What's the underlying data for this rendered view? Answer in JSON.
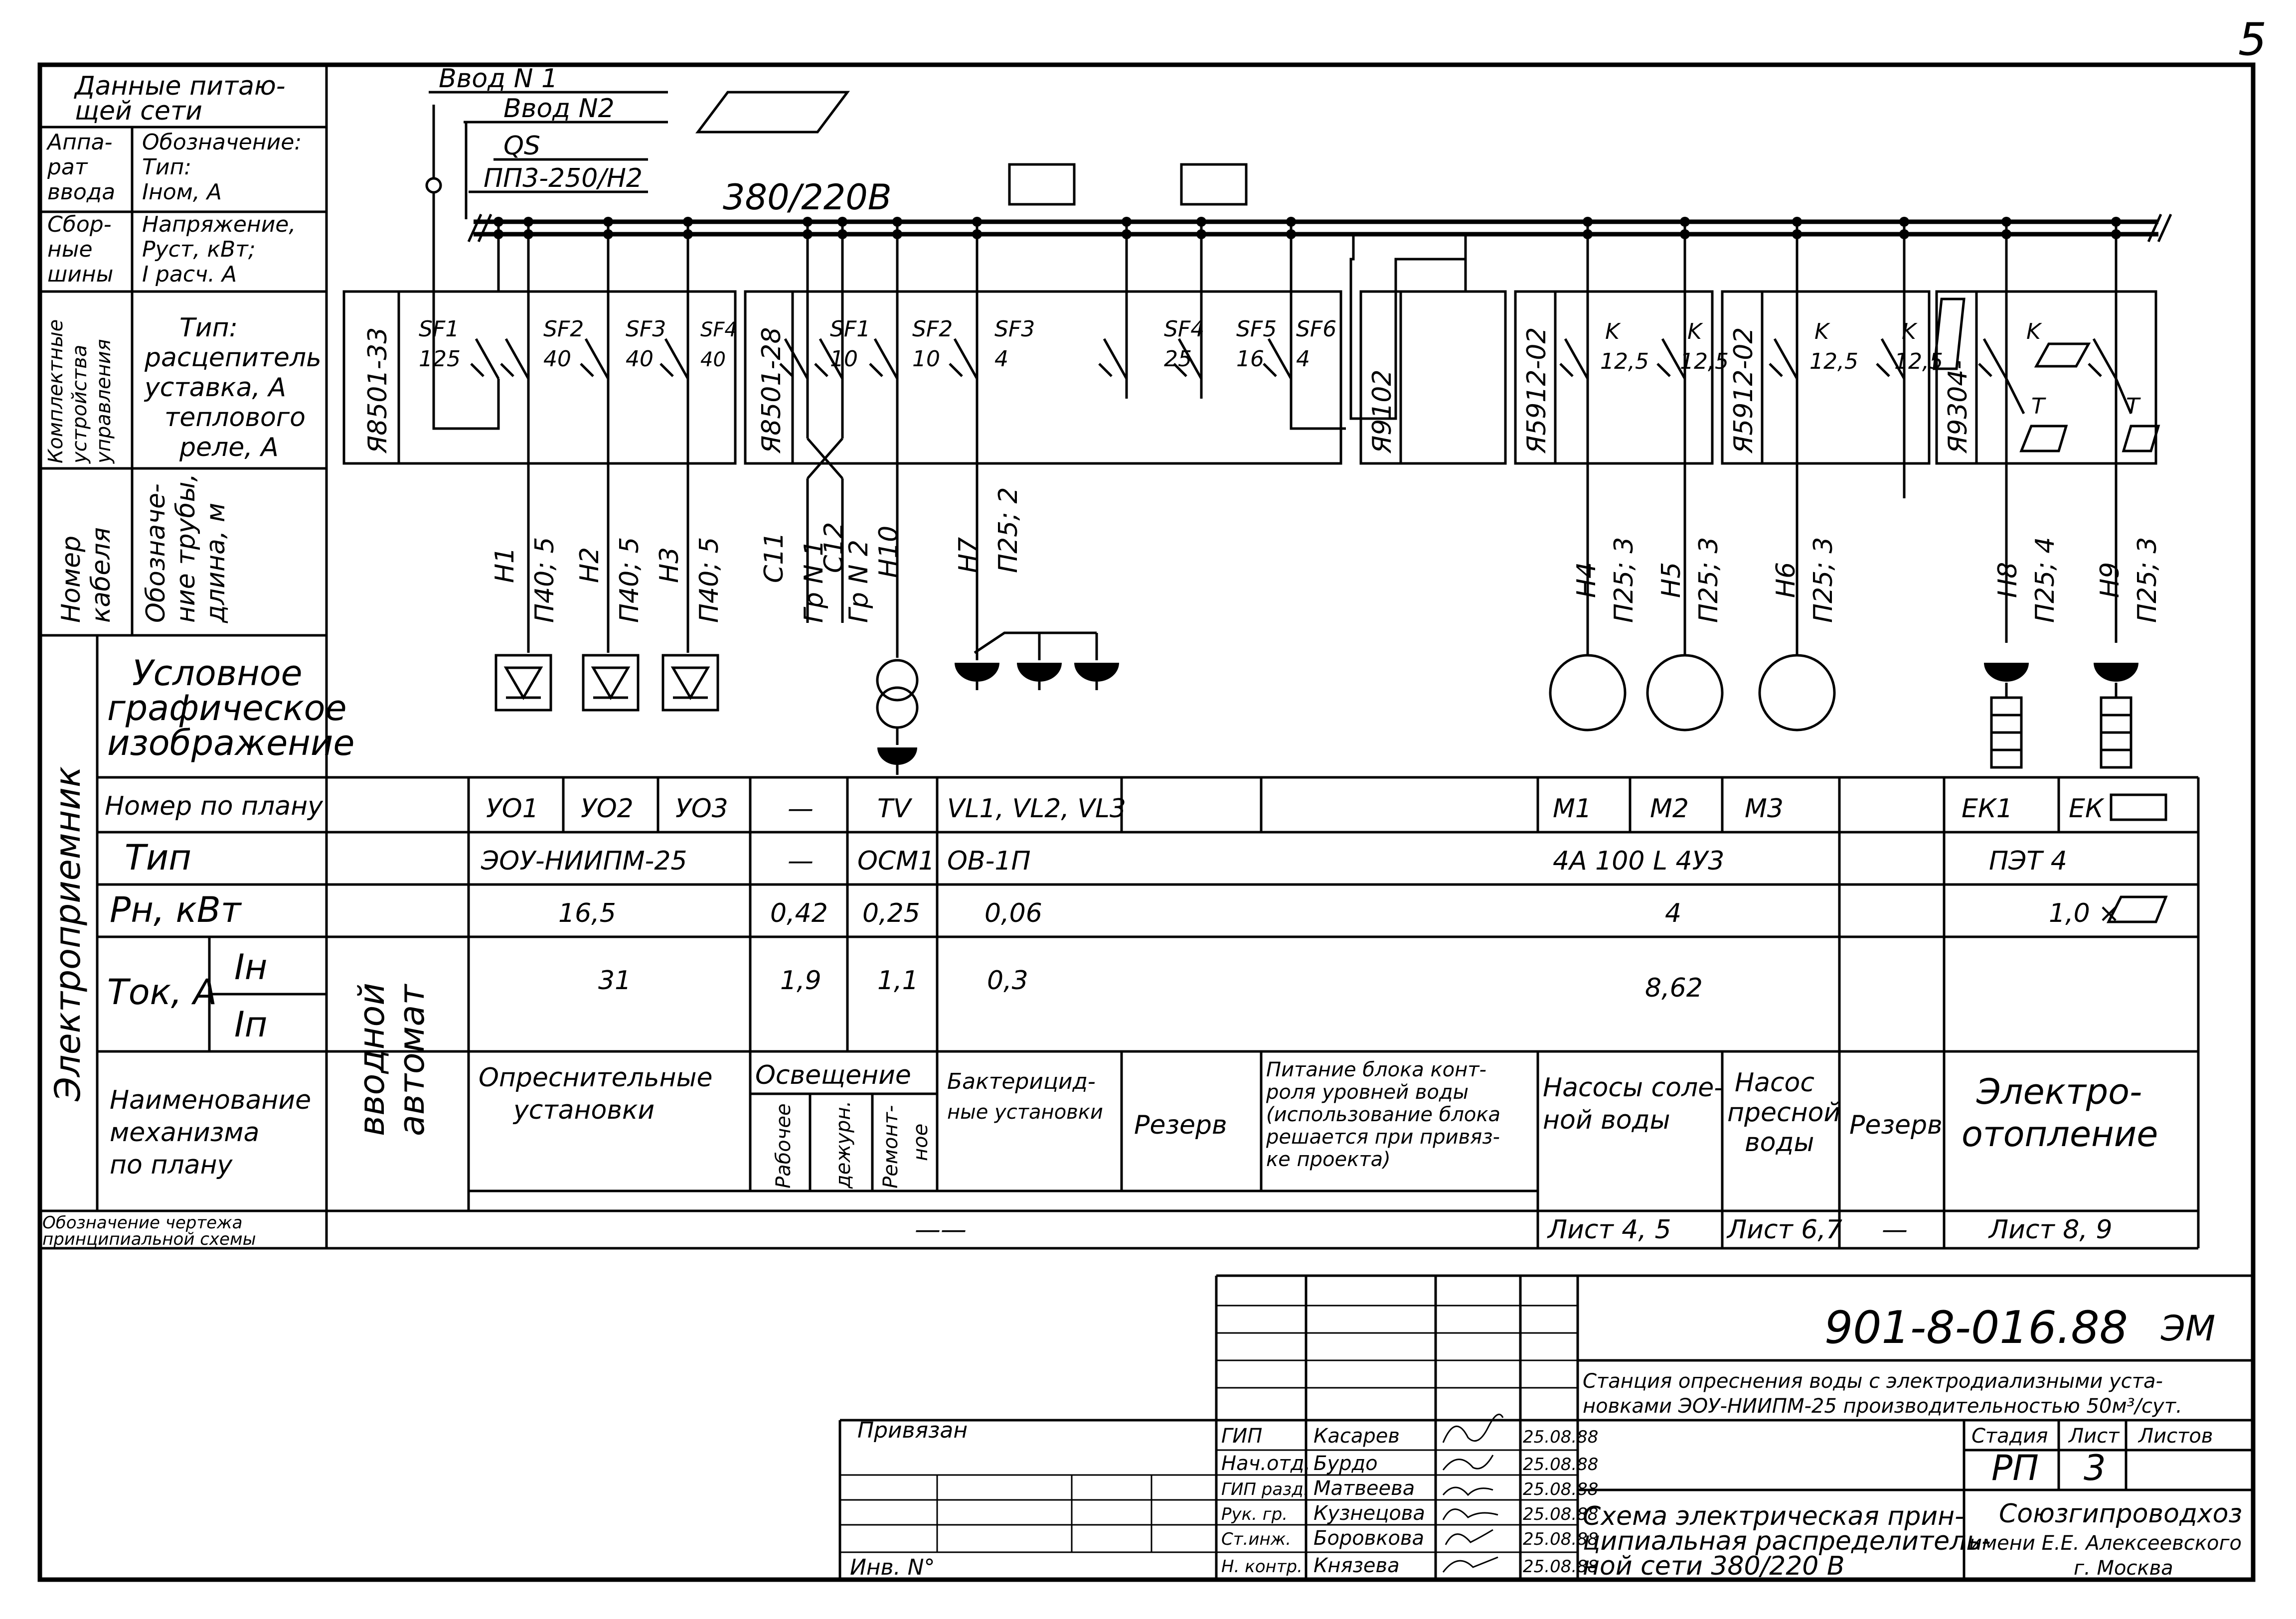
{
  "sheet_number": "5",
  "left_headers": {
    "supply": [
      "Данные питаю-",
      "щей сети"
    ],
    "apparatus_label": [
      "Аппа-",
      "рат",
      "ввода"
    ],
    "apparatus_value": [
      "Обозначение:",
      "Тип:",
      "Iном, А"
    ],
    "bus_label": [
      "Сбор-",
      "ные",
      "шины"
    ],
    "bus_value": [
      "Напряжение,",
      "Руст, кВт;",
      "I расч. А"
    ],
    "kit_label": [
      "Комплектные",
      "устройства",
      "управления"
    ],
    "kit_value": [
      "Тип:",
      "расцепитель",
      "уставка, А",
      "теплового",
      "реле, А"
    ],
    "cable_label": [
      "Номер",
      "кабеля"
    ],
    "cable_value": [
      "Обозначе-",
      "ние трубы,",
      "длина, м"
    ],
    "receiver_label": "Электроприемник",
    "graphic": [
      "Условное",
      "графическое",
      "изображение"
    ],
    "plan_number": "Номер по плану",
    "type": "Тип",
    "power": "Рн, кВт",
    "current": "Ток, А",
    "i_nom": "Iн",
    "i_start": "Iп",
    "mechanism": [
      "Наименование",
      "механизма",
      "по плану"
    ],
    "drawing_ref": [
      "Обозначение чертежа",
      "принципиальной схемы"
    ],
    "input_breaker": [
      "вводной",
      "автомат"
    ]
  },
  "inputs": {
    "input1": "Ввод N 1",
    "input2": "Ввод N2",
    "qs": "QS",
    "qs_type": "ПП3-250/Н2",
    "voltage": "380/220В"
  },
  "panels": [
    {
      "id": "Я8501-33",
      "breakers": [
        {
          "name": "SF1",
          "set": "125"
        },
        {
          "name": "SF2",
          "set": "40"
        },
        {
          "name": "SF3",
          "set": "40"
        },
        {
          "name": "SF4",
          "set": "40"
        }
      ]
    },
    {
      "id": "Я8501-28",
      "breakers": [
        {
          "name": "SF1",
          "set": "10"
        },
        {
          "name": "SF2",
          "set": "10"
        },
        {
          "name": "SF3",
          "set": "4"
        },
        {
          "name": "SF4",
          "set": "25"
        },
        {
          "name": "SF5",
          "set": "16"
        },
        {
          "name": "SF6",
          "set": "4"
        }
      ]
    },
    {
      "id": "Я9102"
    },
    {
      "id": "Я5912-02",
      "breakers": [
        {
          "name": "K",
          "set": "12,5"
        },
        {
          "name": "K",
          "set": "12,5"
        }
      ]
    },
    {
      "id": "Я5912-02",
      "breakers": [
        {
          "name": "K",
          "set": "12,5"
        },
        {
          "name": "K",
          "set": "12,5"
        }
      ]
    },
    {
      "id": "Я9304-",
      "breakers": [
        {
          "name": "K"
        },
        {
          "name": "T"
        },
        {
          "name": "T"
        }
      ]
    }
  ],
  "cables": [
    {
      "id": "Н1",
      "pipe": "П40; 5"
    },
    {
      "id": "Н2",
      "pipe": "П40; 5"
    },
    {
      "id": "Н3",
      "pipe": "П40; 5"
    },
    {
      "id": "С11",
      "pipe": "Гр N 1"
    },
    {
      "id": "С12",
      "pipe": "Гр N 2"
    },
    {
      "id": "Н10",
      "pipe": ""
    },
    {
      "id": "Н7",
      "pipe": "П25; 2"
    },
    {
      "id": "Н4",
      "pipe": "П25; 3"
    },
    {
      "id": "Н5",
      "pipe": "П25; 3"
    },
    {
      "id": "Н6",
      "pipe": "П25; 3"
    },
    {
      "id": "Н8",
      "pipe": "П25; 4"
    },
    {
      "id": "Н9",
      "pipe": "П25; 3"
    }
  ],
  "table": {
    "plan_numbers": [
      "УО1",
      "УО2",
      "УО3",
      "—",
      "TV",
      "VL1, VL2, VL3",
      "M1",
      "M2",
      "M3",
      "ЕК1",
      "ЕК"
    ],
    "types": [
      "ЭОУ-НИИПМ-25",
      "—",
      "ОСМ1",
      "ОВ-1П",
      "4А 100 L 4У3",
      "ПЭТ 4"
    ],
    "powers": [
      "16,5",
      "0,42",
      "0,25",
      "0,06",
      "4",
      "1,0 ×"
    ],
    "currents": [
      "31",
      "1,9",
      "1,1",
      "0,3",
      "8,62"
    ],
    "mechanisms": {
      "desal": [
        "Опреснительные",
        "установки"
      ],
      "lighting": "Освещение",
      "light_sub": [
        "Рабочее",
        "дежурн.",
        "Ремонт-",
        "ное"
      ],
      "bact": [
        "Бактерицид-",
        "ные установки"
      ],
      "reserve1": "Резерв",
      "control": [
        "Питание блока конт-",
        "роля уровней воды",
        "(использование блока",
        "решается при привяз-",
        "ке проекта)"
      ],
      "salt": [
        "Насосы соле-",
        "ной воды"
      ],
      "fresh": [
        "Насос",
        "пресной",
        "воды"
      ],
      "reserve2": "Резерв",
      "heat": [
        "Электро-",
        "отопление"
      ]
    },
    "refs": [
      "——",
      "Лист 4, 5",
      "Лист 6,7",
      "—",
      "Лист 8, 9"
    ]
  },
  "title_block": {
    "code": "901-8-016.88",
    "mark": "ЭМ",
    "project": [
      "Станция опреснения воды с электродиализными уста-",
      "новками ЭОУ-НИИПМ-25 производительностью 50м³/сут."
    ],
    "stage_h": "Стадия",
    "sheet_h": "Лист",
    "sheets_h": "Листов",
    "stage": "РП",
    "sheet": "3",
    "privyazan": "Привязан",
    "inv": "Инв. N°",
    "roles": [
      "ГИП",
      "Нач.отд.",
      "ГИП разд.",
      "Рук. гр.",
      "Ст.инж.",
      "Н. контр."
    ],
    "names": [
      "Касарев",
      "Бурдо",
      "Матвеева",
      "Кузнецова",
      "Боровкова",
      "Князева"
    ],
    "dates": [
      "25.08.88",
      "25.08.88",
      "25.08.88",
      "25.08.88",
      "25.08.88",
      "25.08.88"
    ],
    "title": [
      "Схема электрическая прин-",
      "ципиальная распределитель-",
      "ной сети  380/220 В"
    ],
    "org": [
      "Союзгипроводхоз",
      "имени Е.Е. Алексеевского",
      "г. Москва"
    ]
  }
}
